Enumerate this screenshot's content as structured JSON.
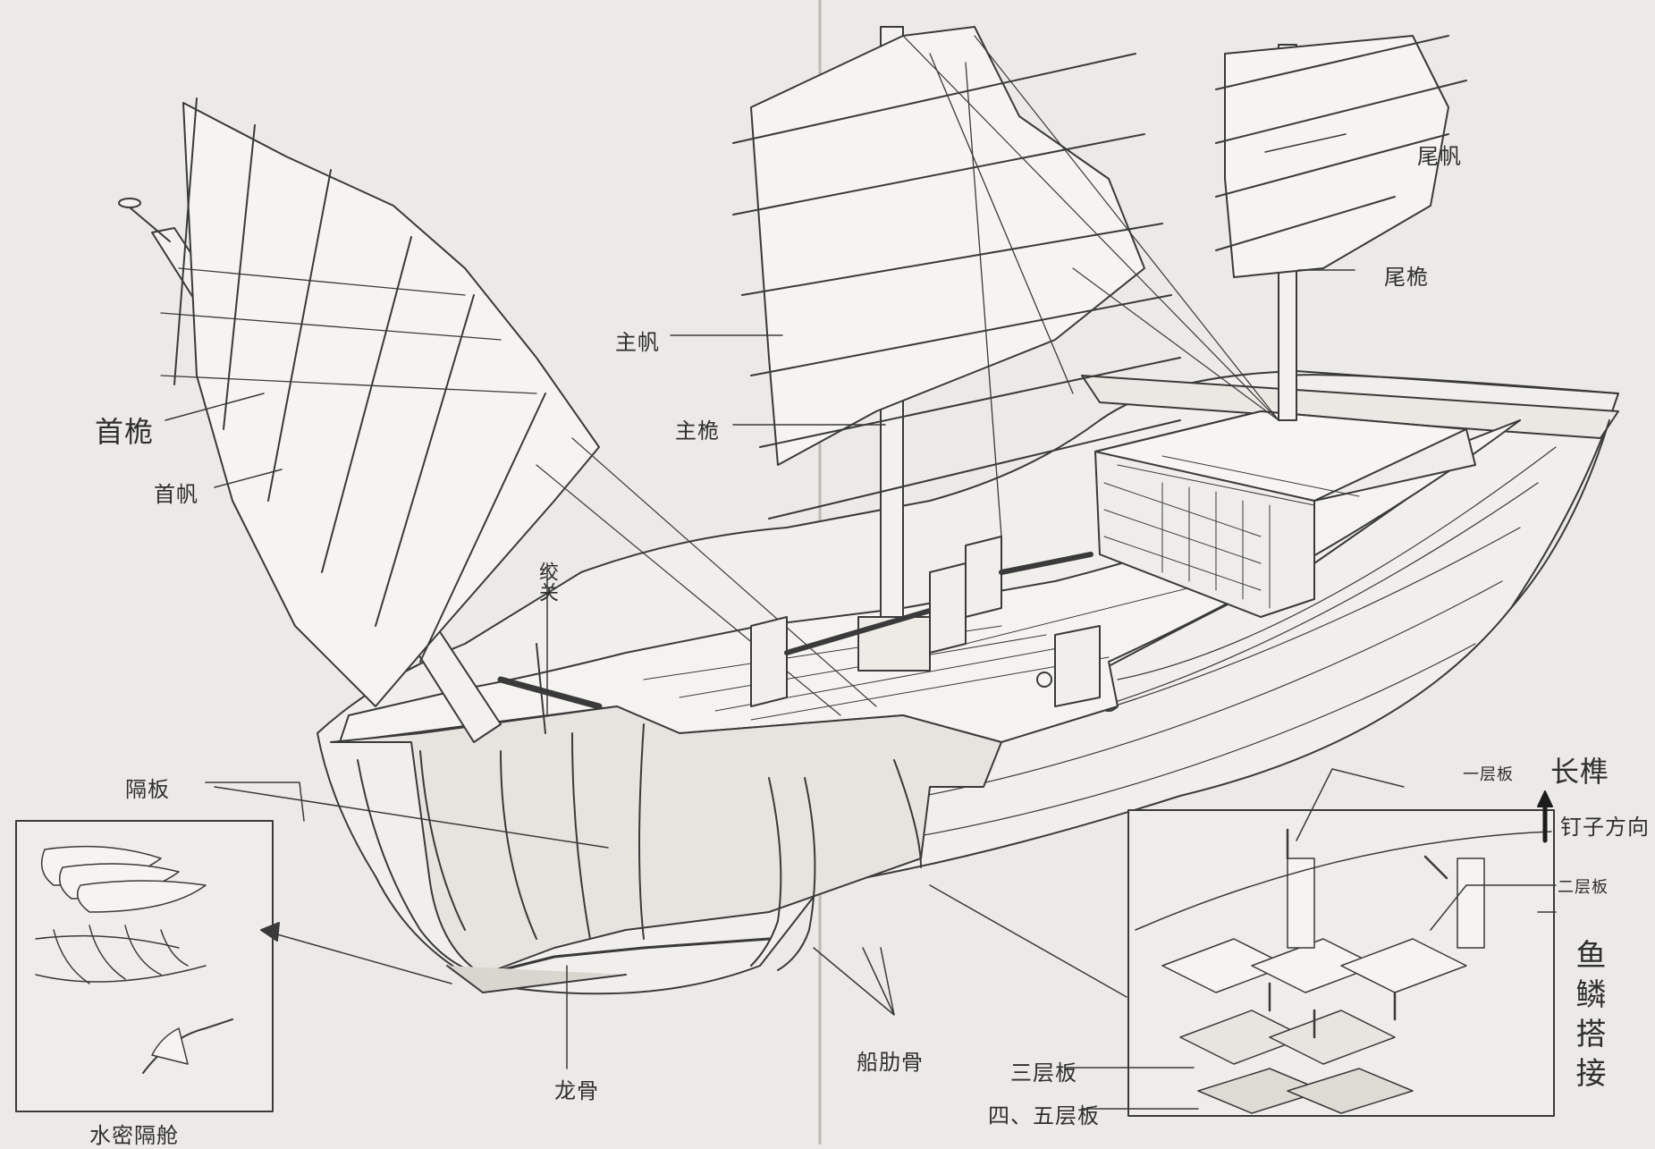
{
  "labels": {
    "bow_sail": "首帆",
    "bow_mast": "首桅",
    "main_sail": "主帆",
    "main_mast": "主桅",
    "stern_sail": "尾帆",
    "stern_mast": "尾桅",
    "windlass": "绞关",
    "bulkhead": "隔板",
    "keel": "龙骨",
    "ribs": "船肋骨",
    "watertight_bulkheads": "水密隔舱",
    "layer_1": "一层板",
    "layer_2": "二层板",
    "layer_3": "三层板",
    "layer_45": "四、五层板",
    "long_nail": "长榫",
    "nail_direction": "钉子方向",
    "fish_scale_joint": "鱼鳞搭接"
  }
}
